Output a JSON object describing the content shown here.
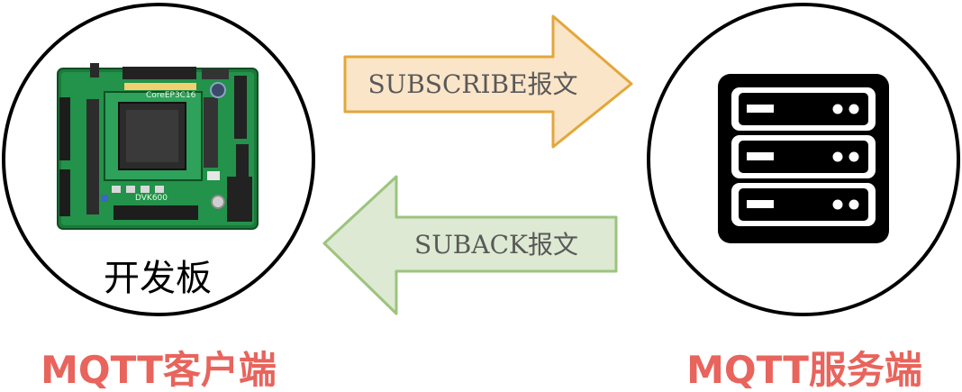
{
  "client": {
    "device_caption": "开发板",
    "title": "MQTT客户端",
    "board_labels": {
      "chip": "CoreEP3C16",
      "model": "DVK600"
    }
  },
  "server": {
    "title": "MQTT服务端",
    "icon": "server-rack-icon"
  },
  "arrows": {
    "subscribe": {
      "label": "SUBSCRIBE报文",
      "direction": "right",
      "fill": "#fbe5c9",
      "stroke": "#e3a73a"
    },
    "suback": {
      "label": "SUBACK报文",
      "direction": "left",
      "fill": "#dde9d2",
      "stroke": "#9cc47e"
    }
  },
  "colors": {
    "title": "#e8645c",
    "circle": "#000000",
    "server": "#000000"
  }
}
